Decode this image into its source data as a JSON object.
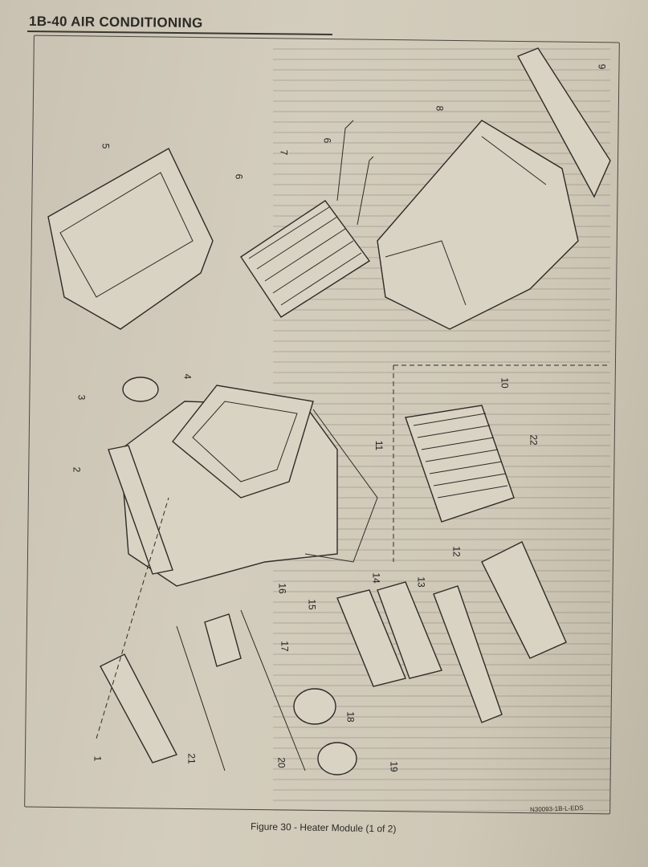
{
  "header": {
    "title": "1B-40 AIR CONDITIONING"
  },
  "figure": {
    "caption": "Figure 30 - Heater Module (1 of 2)",
    "code": "N30093-1B-L-EDS",
    "callouts": [
      "1",
      "2",
      "3",
      "4",
      "5",
      "6",
      "6",
      "7",
      "8",
      "9",
      "10",
      "11",
      "12",
      "13",
      "14",
      "15",
      "16",
      "17",
      "18",
      "19",
      "20",
      "21",
      "22"
    ]
  }
}
